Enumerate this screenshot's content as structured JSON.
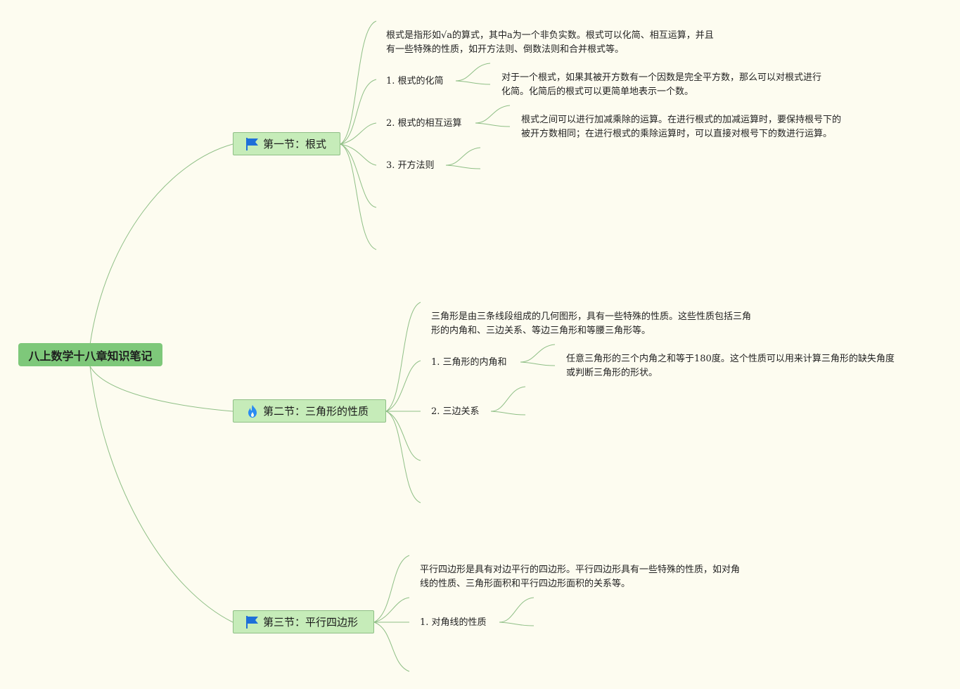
{
  "root": {
    "label": "八上数学十八章知识笔记"
  },
  "sections": [
    {
      "label": "第一节：根式",
      "icon": "flag-icon",
      "intro": [
        "根式是指形如√a的算式，其中a为一个非负实数。根式可以化简、相互运算，并且",
        "有一些特殊的性质，如开方法则、倒数法则和合并根式等。"
      ],
      "topics": [
        {
          "label": "1. 根式的化简",
          "detail": [
            "对于一个根式，如果其被开方数有一个因数是完全平方数，那么可以对根式进行",
            "化简。化简后的根式可以更简单地表示一个数。"
          ]
        },
        {
          "label": "2. 根式的相互运算",
          "detail": [
            "根式之间可以进行加减乘除的运算。在进行根式的加减运算时，要保持根号下的",
            "被开方数相同；在进行根式的乘除运算时，可以直接对根号下的数进行运算。"
          ]
        },
        {
          "label": "3. 开方法则",
          "detail": []
        }
      ]
    },
    {
      "label": "第二节：三角形的性质",
      "icon": "fire-icon",
      "intro": [
        "三角形是由三条线段组成的几何图形，具有一些特殊的性质。这些性质包括三角",
        "形的内角和、三边关系、等边三角形和等腰三角形等。"
      ],
      "topics": [
        {
          "label": "1. 三角形的内角和",
          "detail": [
            "任意三角形的三个内角之和等于180度。这个性质可以用来计算三角形的缺失角度",
            "或判断三角形的形状。"
          ]
        },
        {
          "label": "2. 三边关系",
          "detail": []
        }
      ]
    },
    {
      "label": "第三节：平行四边形",
      "icon": "flag-icon",
      "intro": [
        "平行四边形是具有对边平行的四边形。平行四边形具有一些特殊的性质，如对角",
        "线的性质、三角形面积和平行四边形面积的关系等。"
      ],
      "topics": [
        {
          "label": "1. 对角线的性质",
          "detail": []
        }
      ]
    }
  ],
  "colors": {
    "line": "#8fbf86",
    "root_fill": "#7ec87a",
    "node_fill": "#c6ecb9",
    "flag": "#1e6fd9",
    "fire": "#2a8bf2",
    "background": "#fdfcf0"
  }
}
